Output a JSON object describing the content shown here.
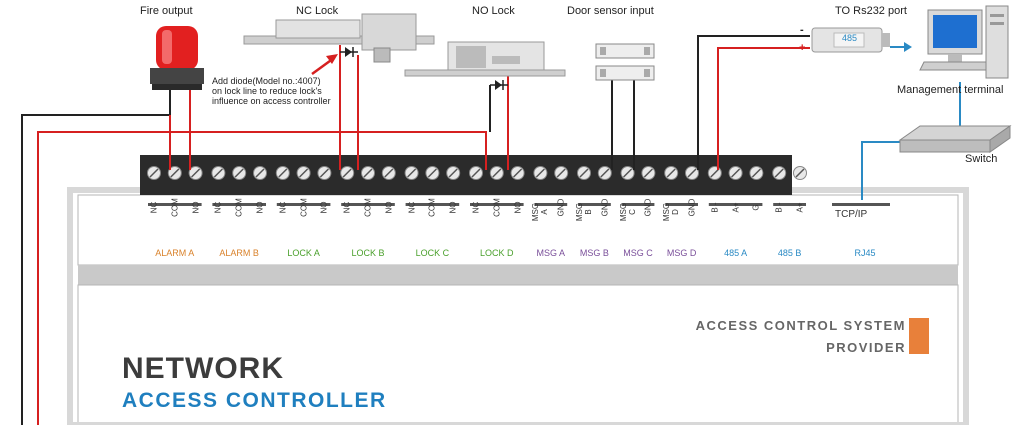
{
  "labels": {
    "fire_output": "Fire output",
    "nc_lock": "NC Lock",
    "no_lock": "NO Lock",
    "door_sensor": "Door sensor input",
    "rs232": "TO Rs232 port",
    "management_terminal": "Management terminal",
    "switch": "Switch",
    "converter_text": "485",
    "minus": "-",
    "plus": "+"
  },
  "note_lines": [
    "Add diode(Model no.:4007)",
    "on lock line to reduce lock's",
    "influence on access controller"
  ],
  "terminals": [
    {
      "group": "ALARM A",
      "color": "#d9822b",
      "pins": [
        "NC",
        "COM",
        "NO"
      ]
    },
    {
      "group": "ALARM B",
      "color": "#d9822b",
      "pins": [
        "NC",
        "COM",
        "NO"
      ]
    },
    {
      "group": "LOCK A",
      "color": "#4aa02c",
      "pins": [
        "NC",
        "COM",
        "NO"
      ]
    },
    {
      "group": "LOCK B",
      "color": "#4aa02c",
      "pins": [
        "NC",
        "COM",
        "NO"
      ]
    },
    {
      "group": "LOCK C",
      "color": "#4aa02c",
      "pins": [
        "NC",
        "COM",
        "NO"
      ]
    },
    {
      "group": "LOCK D",
      "color": "#4aa02c",
      "pins": [
        "NC",
        "COM",
        "NO"
      ]
    },
    {
      "group": "MSG A",
      "color": "#7a4f9a",
      "pins": [
        "MSG A",
        "GND"
      ]
    },
    {
      "group": "MSG B",
      "color": "#7a4f9a",
      "pins": [
        "MSG B",
        "GND"
      ]
    },
    {
      "group": "MSG C",
      "color": "#7a4f9a",
      "pins": [
        "MSG C",
        "GND"
      ]
    },
    {
      "group": "MSG D",
      "color": "#7a4f9a",
      "pins": [
        "MSG D",
        "GND"
      ]
    },
    {
      "group": "485 A",
      "color": "#2a8ac4",
      "pins": [
        "B -",
        "A+",
        "G"
      ]
    },
    {
      "group": "485 B",
      "color": "#2a8ac4",
      "pins": [
        "B -",
        "A+"
      ]
    }
  ],
  "rj45": {
    "top": "TCP/IP",
    "group": "RJ45",
    "color": "#2a8ac4"
  },
  "device": {
    "title": "NETWORK",
    "subtitle": "ACCESS CONTROLLER",
    "provider_line1": "ACCESS CONTROL SYSTEM",
    "provider_line2": "PROVIDER"
  },
  "colors": {
    "wire_red": "#d62020",
    "wire_dark": "#222222",
    "wire_blue": "#2a8ac4",
    "accent_orange": "#e8803a"
  }
}
